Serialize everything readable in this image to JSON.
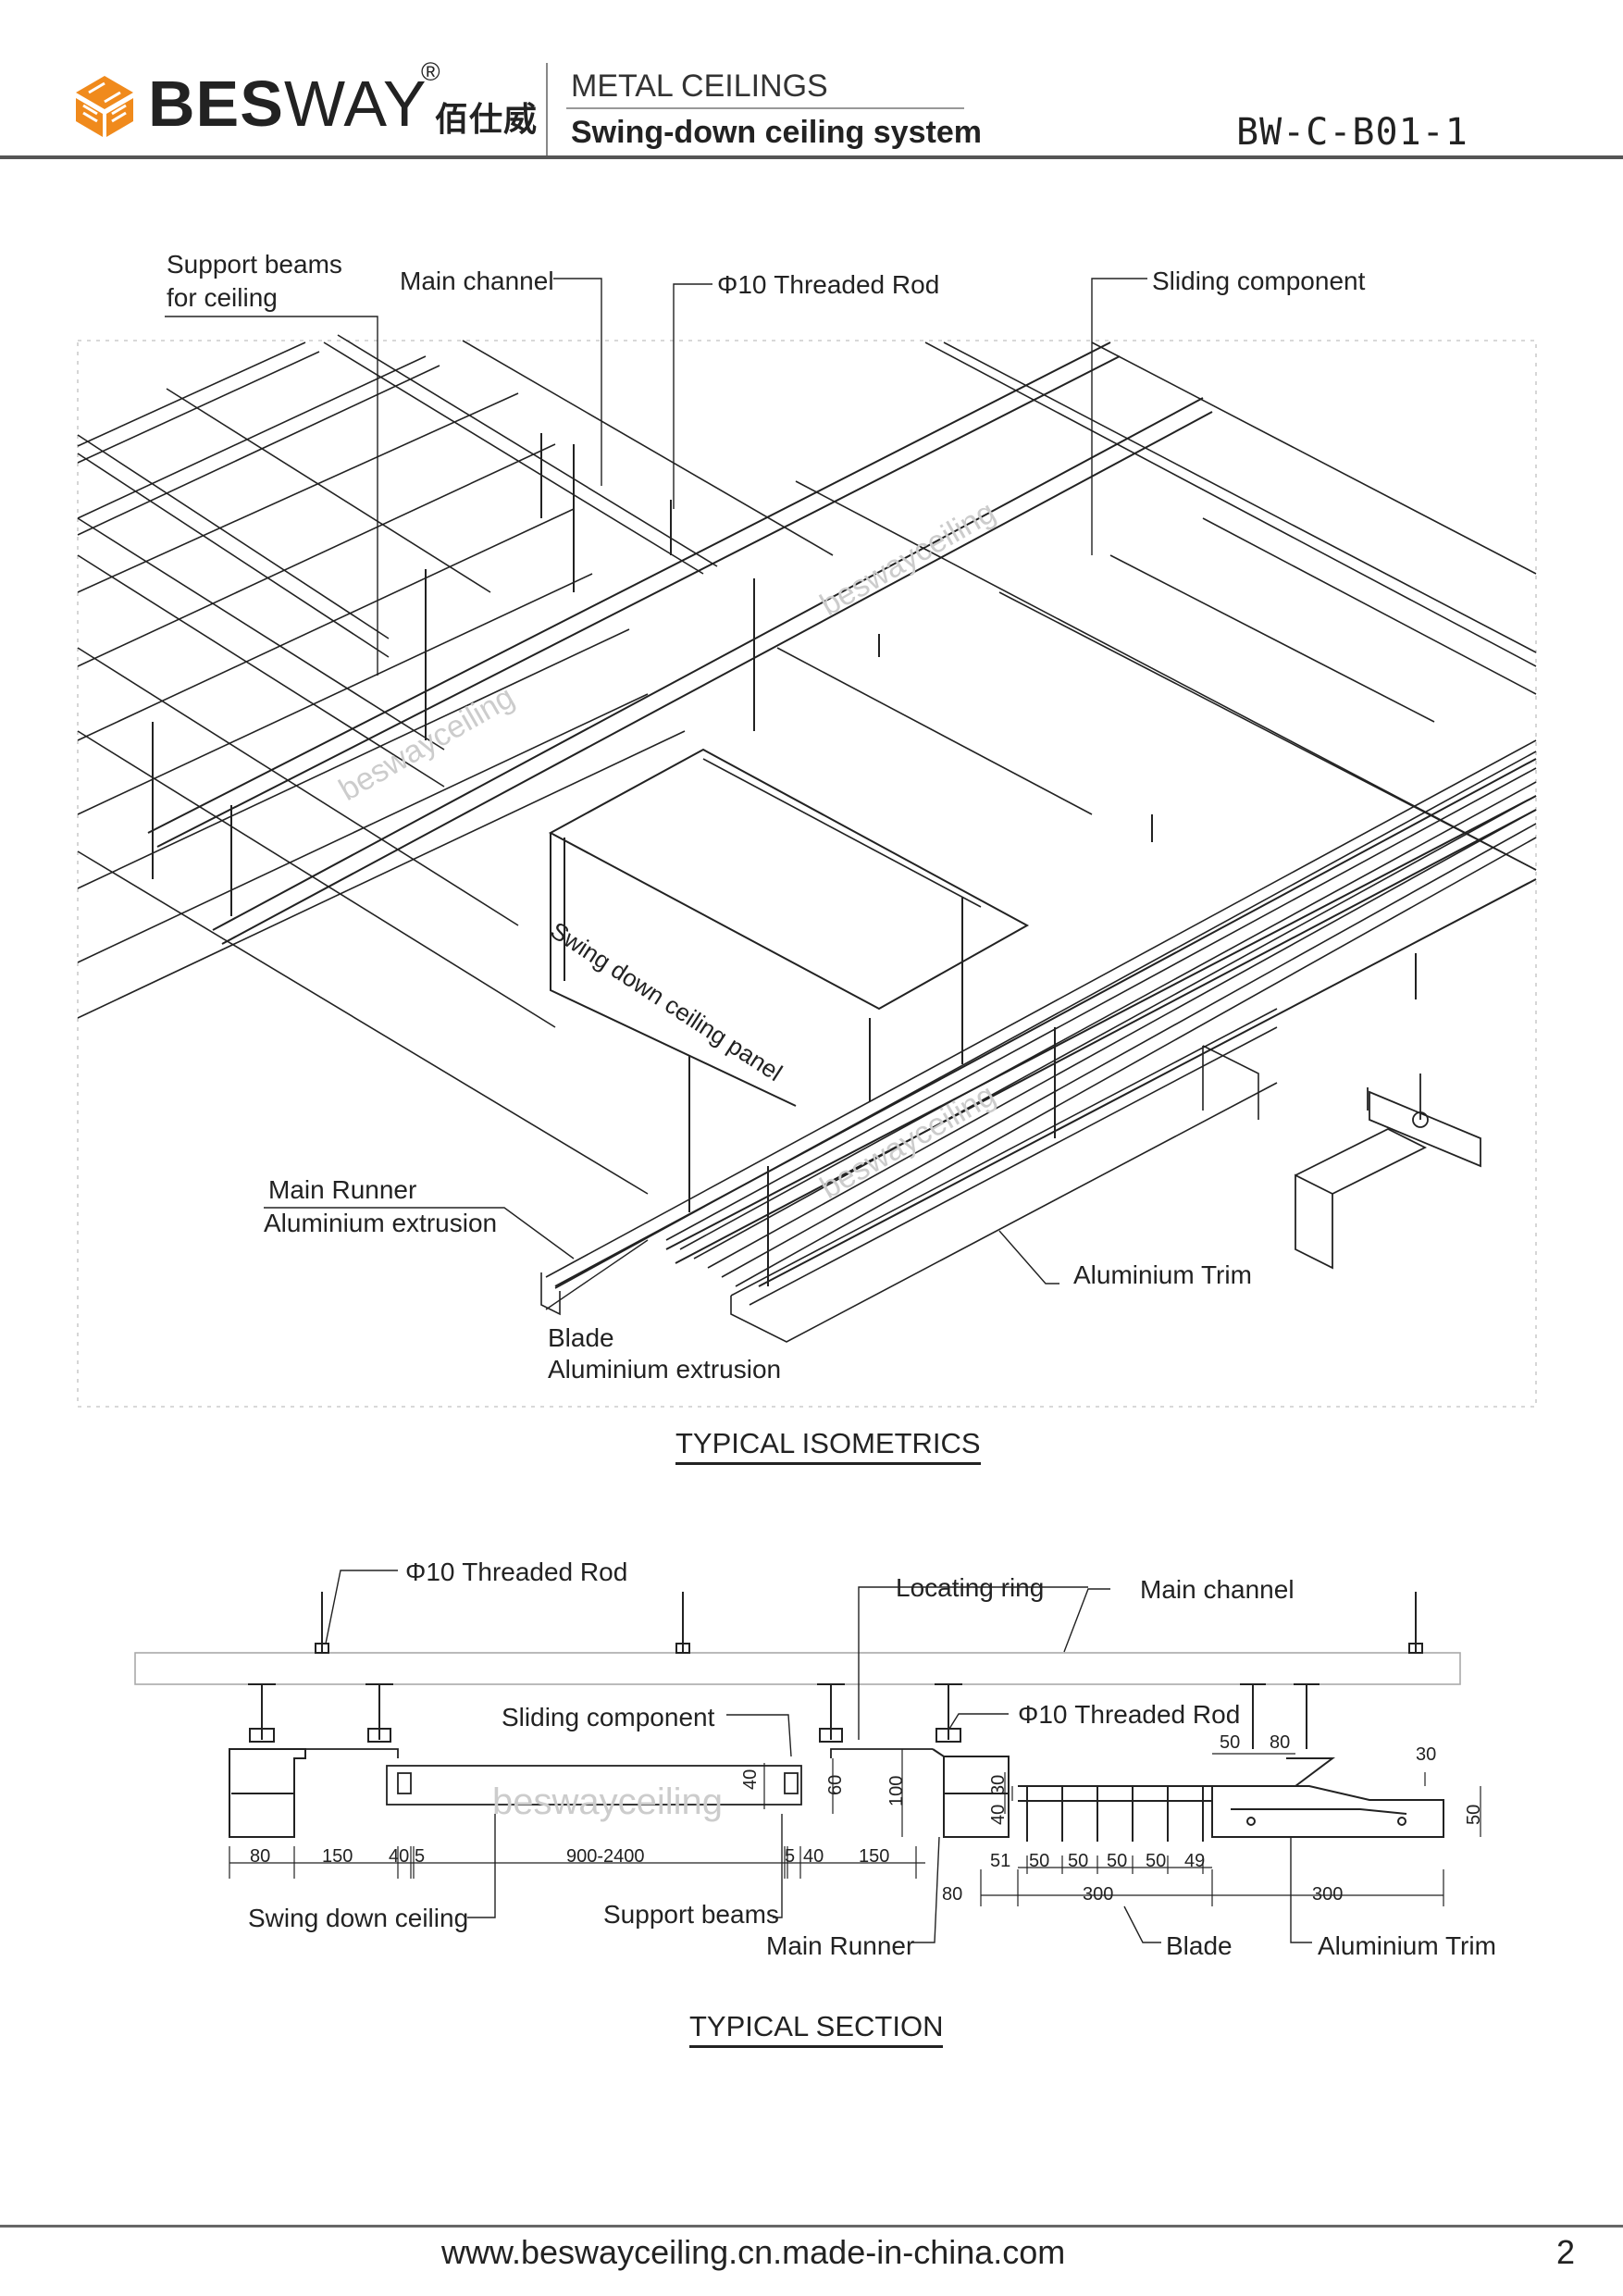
{
  "header": {
    "brand_bold": "BES",
    "brand_thin": "WAY",
    "registered": "®",
    "brand_cn": "佰仕威",
    "category": "METAL CEILINGS",
    "subtitle": "Swing-down  ceiling system",
    "doc_number": "BW-C-B01-1"
  },
  "colors": {
    "logo": "#f08a1c",
    "line": "#222222",
    "watermark": "#cccccc"
  },
  "isometric": {
    "caption": "TYPICAL ISOMETRICS",
    "labels": {
      "support_beams_1": "Support beams",
      "support_beams_2": "for ceiling",
      "main_channel": "Main channel",
      "threaded_rod": "Φ10 Threaded Rod",
      "sliding_component": "Sliding component",
      "panel": "Swing down ceiling panel",
      "main_runner": "Main Runner",
      "main_runner_sub": "Aluminium extrusion",
      "blade": "Blade",
      "blade_sub": "Aluminium extrusion",
      "trim": "Aluminium Trim"
    },
    "watermark": "beswayceiling"
  },
  "section": {
    "caption": "TYPICAL SECTION",
    "labels": {
      "threaded_rod_top": "Φ10 Threaded Rod",
      "locating_ring": "Locating ring",
      "main_channel": "Main channel",
      "sliding_component": "Sliding component",
      "threaded_rod_mid": "Φ10 Threaded Rod",
      "swing_down_ceiling": "Swing down ceiling",
      "support_beams": "Support beams",
      "main_runner": "Main Runner",
      "blade": "Blade",
      "trim": "Aluminium Trim"
    },
    "watermark": "beswayceiling",
    "dims_bottom_left": [
      "80",
      "150",
      "40",
      "5",
      "900-2400",
      "5",
      "40",
      "150"
    ],
    "dims_vertical": [
      "40",
      "60",
      "100",
      "40",
      "30",
      "50",
      "30"
    ],
    "dims_top_right": [
      "50",
      "80",
      "30"
    ],
    "dims_blades": [
      "51",
      "50",
      "50",
      "50",
      "50",
      "49"
    ],
    "dims_lower": [
      "80",
      "300",
      "300"
    ]
  },
  "footer": {
    "url": "www.beswayceiling.cn.made-in-china.com",
    "page": "2"
  }
}
